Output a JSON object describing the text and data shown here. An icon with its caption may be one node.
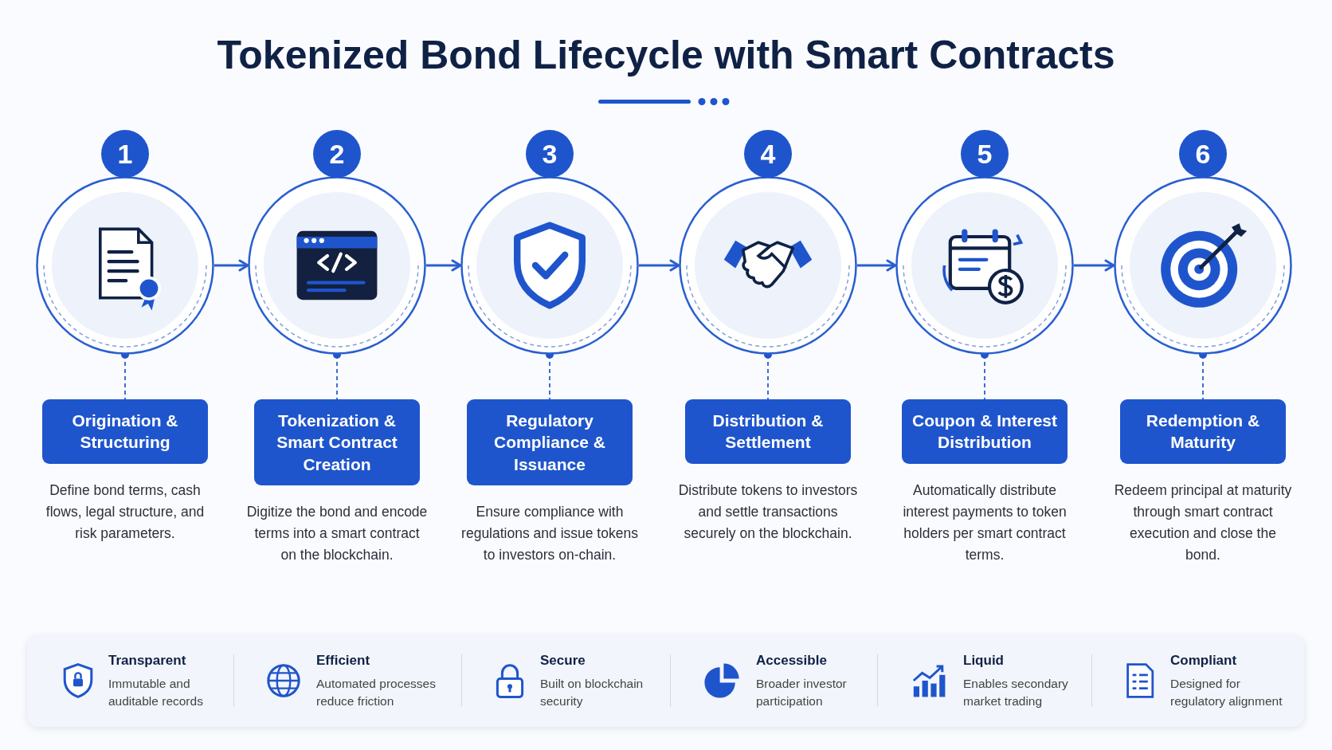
{
  "diagram": {
    "title": "Tokenized Bond Lifecycle with Smart Contracts",
    "nodes": [
      {
        "text": [
          "1"
        ]
      },
      {
        "text": [
          "Origination & Structuring"
        ],
        "beside": [
          "Define bond terms, cash flows, legal structure, and risk parameters."
        ]
      },
      {
        "text": [
          "2"
        ]
      },
      {
        "text": [
          "Tokenization & Smart Contract Creation"
        ],
        "beside": [
          "Digitize the bond and encode terms into a smart contract on the blockchain."
        ]
      },
      {
        "text": [
          "3"
        ]
      },
      {
        "text": [
          "Regulatory Compliance & Issuance"
        ],
        "beside": [
          "Ensure compliance with regulations and issue tokens to investors on-chain."
        ]
      },
      {
        "text": [
          "4"
        ]
      },
      {
        "text": [
          "Distribution & Settlement"
        ],
        "beside": [
          "Distribute tokens to investors and settle transactions securely on the blockchain."
        ]
      },
      {
        "text": [
          "5"
        ]
      },
      {
        "text": [
          "Coupon & Interest Distribution"
        ],
        "beside": [
          "Automatically distribute interest payments to token holders per smart contract terms."
        ]
      },
      {
        "text": [
          "6"
        ]
      },
      {
        "text": [
          "Redemption & Maturity"
        ],
        "beside": [
          "Redeem principal at maturity through smart contract execution and close the bond."
        ]
      }
    ],
    "edges": [
      {
        "from": 0,
        "to": 1,
        "arrow": "other",
        "style": "dashed"
      },
      {
        "from": 0,
        "to": 2,
        "arrow": "to"
      },
      {
        "from": 2,
        "to": 3,
        "arrow": "other",
        "style": "dashed"
      },
      {
        "from": 2,
        "to": 4,
        "arrow": "to"
      },
      {
        "from": 4,
        "to": 5,
        "arrow": "other",
        "style": "dashed"
      },
      {
        "from": 4,
        "to": 6,
        "arrow": "to"
      },
      {
        "from": 6,
        "to": 7,
        "arrow": "other",
        "style": "dashed"
      },
      {
        "from": 6,
        "to": 8,
        "arrow": "to"
      },
      {
        "from": 8,
        "to": 9,
        "arrow": "other",
        "style": "dashed"
      },
      {
        "from": 8,
        "to": 10,
        "arrow": "to"
      },
      {
        "from": 10,
        "to": 11,
        "arrow": "other",
        "style": "dashed"
      }
    ],
    "labels": [
      "Transparent",
      "Immutable and auditable records",
      "Efficient",
      "Automated processes reduce friction",
      "Secure",
      "Built on blockchain security",
      "Accessible",
      "Broader investor participation",
      "Liquid",
      "Enables secondary market trading",
      "Compliant",
      "Designed for regulatory alignment"
    ]
  }
}
